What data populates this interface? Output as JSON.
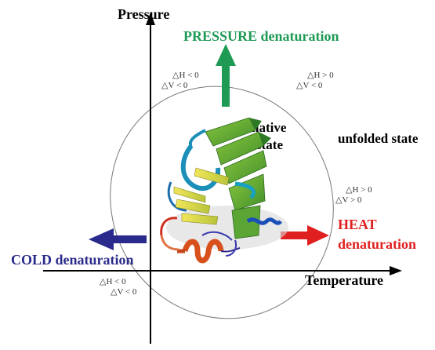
{
  "axes": {
    "y_label": "Pressure",
    "x_label": "Temperature"
  },
  "pressure_denaturation": {
    "label": "PRESSURE denaturation",
    "color": "#1f9a55"
  },
  "heat_denaturation": {
    "line1": "HEAT",
    "line2": "denaturation",
    "color": "#e02020"
  },
  "cold_denaturation": {
    "label": "COLD denaturation",
    "color": "#2a2a8c"
  },
  "regions": {
    "native_line1": "native",
    "native_line2": "state",
    "unfolded": "unfolded state"
  },
  "thermo_labels": {
    "upper_left_h": "△H < 0",
    "upper_left_v": "△V < 0",
    "upper_right_h": "△H > 0",
    "upper_right_v": "△V < 0",
    "right_h": "△H > 0",
    "right_v": "△V > 0",
    "lower_left_h": "△H < 0",
    "lower_left_v": "△V < 0"
  },
  "icons": [
    "protein-ribbon-structure",
    "up-arrow",
    "left-arrow",
    "right-arrow"
  ]
}
